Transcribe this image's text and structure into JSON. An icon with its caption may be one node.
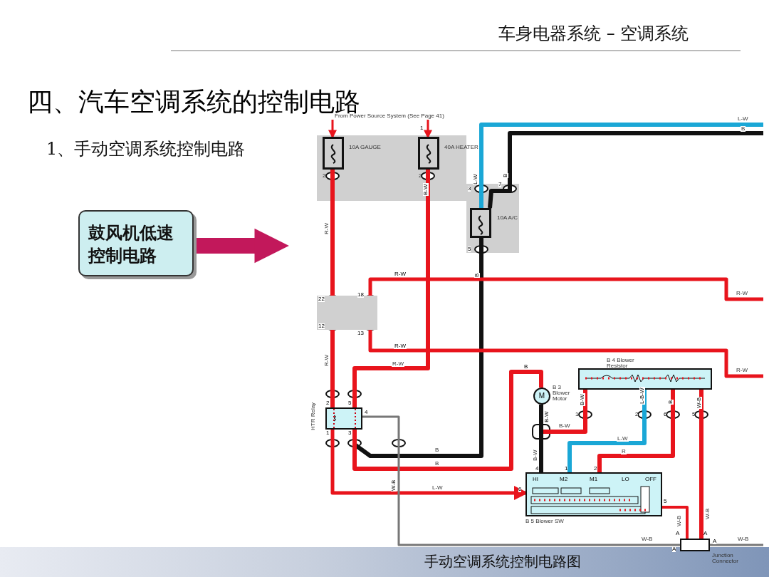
{
  "diagram": {
    "title": "四、汽车空调系统的控制电路",
    "caption": "手动空调系统控制电路图",
    "nodes": [
      {
        "text": [
          "鼓风机低速控制电路"
        ]
      },
      {
        "text": [],
        "shape": "box",
        "beside": [
          "10A GAUGE",
          "2"
        ]
      },
      {
        "text": [],
        "shape": "box",
        "beside": [
          "40A HEATER",
          "2"
        ]
      },
      {
        "text": [],
        "shape": "box",
        "beside": [
          "10A A/C"
        ]
      },
      {
        "text": [],
        "shape": "box",
        "beside": [
          "HTR Relay"
        ]
      },
      {
        "text": [
          "M"
        ],
        "beside": [
          "B 3 Blower Motor"
        ]
      },
      {
        "text": [],
        "shape": "box",
        "beside": [
          "B 4 Blower Resistor"
        ]
      },
      {
        "text": [
          "HI",
          "M2",
          "M1",
          "LO",
          "OFF"
        ],
        "beside": [
          "B 5 Blower SW"
        ]
      },
      {
        "text": [],
        "shape": "box",
        "beside": [
          "Junction Connector"
        ]
      },
      {
        "text": [],
        "shape": "box"
      },
      {
        "text": [
          "From Power Source System (See Page 41)"
        ]
      }
    ],
    "edges": [
      {
        "from": 0,
        "to": null,
        "arrow": "to",
        "style": "thick",
        "color": "#c2185b"
      },
      {
        "from": 10,
        "to": 1,
        "arrow": "to"
      },
      {
        "from": 10,
        "to": 2,
        "arrow": "to"
      },
      {
        "from": 1,
        "to": 9,
        "arrow": "none",
        "label": "R-W"
      },
      {
        "from": 2,
        "to": 4,
        "arrow": "none",
        "label": "R-W"
      },
      {
        "from": null,
        "to": 3,
        "arrow": "none",
        "label": "L-W",
        "color": "#1aa7d6"
      },
      {
        "from": null,
        "to": 3,
        "arrow": "none",
        "label": "B",
        "color": "#111111"
      },
      {
        "from": 3,
        "to": 4,
        "arrow": "none",
        "label": "B",
        "color": "#111111"
      },
      {
        "from": 4,
        "to": 5,
        "arrow": "none",
        "label": "B"
      },
      {
        "from": 5,
        "to": 6,
        "arrow": "none",
        "label": "B-W"
      },
      {
        "from": 5,
        "to": 7,
        "arrow": "none",
        "label": "B-W",
        "color": "#111111"
      },
      {
        "from": 6,
        "to": 7,
        "arrow": "none",
        "label": "L-W",
        "color": "#1aa7d6"
      },
      {
        "from": 6,
        "to": 7,
        "arrow": "none",
        "label": "R"
      },
      {
        "from": 6,
        "to": 8,
        "arrow": "none",
        "label": "W-B"
      },
      {
        "from": 7,
        "to": 8,
        "arrow": "none",
        "label": "W-B"
      },
      {
        "from": 4,
        "to": 7,
        "arrow": "to",
        "label": "L-W"
      },
      {
        "from": 4,
        "to": 8,
        "arrow": "none",
        "label": "W-B",
        "color": "#777777"
      },
      {
        "from": 8,
        "to": null,
        "arrow": "none",
        "label": "W-B",
        "color": "#777777"
      },
      {
        "from": 9,
        "to": null,
        "arrow": "none",
        "label": "R-W"
      },
      {
        "from": 9,
        "to": null,
        "arrow": "none",
        "label": "R-W"
      },
      {
        "from": 9,
        "to": 4,
        "arrow": "none",
        "label": "R-W"
      }
    ],
    "labels": [
      "车身电器系统 –  空调系统",
      "1、手动空调系统控制电路",
      "1",
      "B-W",
      "L-W",
      "B",
      "3",
      "7",
      "5",
      "B",
      "22",
      "18",
      "12",
      "13",
      "R-W",
      "R-W",
      "2",
      "5",
      "4",
      "1",
      "3",
      "W-B",
      "B",
      "B-W",
      "B-W",
      "L-B-W",
      "B",
      "W-B",
      "1",
      "2",
      "6",
      "5",
      "4",
      "1",
      "2",
      "6",
      "5",
      "A",
      "A",
      "A",
      "A"
    ]
  }
}
